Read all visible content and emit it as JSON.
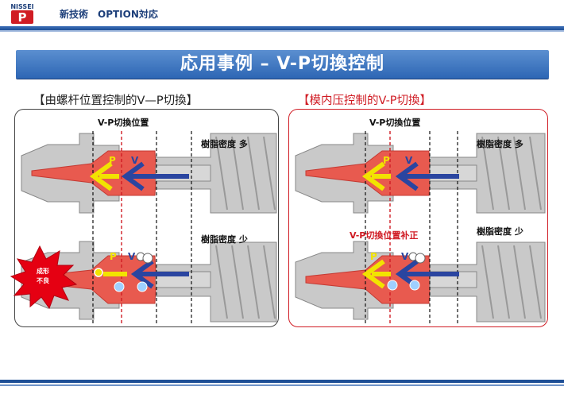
{
  "header": {
    "brand": "NISSEI",
    "brand_mark": "P",
    "text": "新技術　OPTION対応"
  },
  "title": "応用事例 – V-P切換控制",
  "left_panel": {
    "heading": "【由螺杆位置控制的V—P切換】",
    "vp_label": "V-P切換位置",
    "density_high": "樹脂密度 多",
    "density_low": "樹脂密度 少",
    "p_mark": "P",
    "v_mark": "V",
    "defect_line1": "成形",
    "defect_line2": "不良"
  },
  "right_panel": {
    "heading": "【模内压控制的V-P切換】",
    "vp_label": "V-P切換位置",
    "density_high": "樹脂密度 多",
    "density_low": "樹脂密度 少",
    "correction_label": "V-P切換位置补正",
    "p_mark": "P",
    "v_mark": "V"
  },
  "colors": {
    "melt": "#e85a4f",
    "p_arrow": "#f2e300",
    "v_arrow": "#2a45a0",
    "accent_red": "#d01c24",
    "title_blue": "#2d66b4"
  }
}
